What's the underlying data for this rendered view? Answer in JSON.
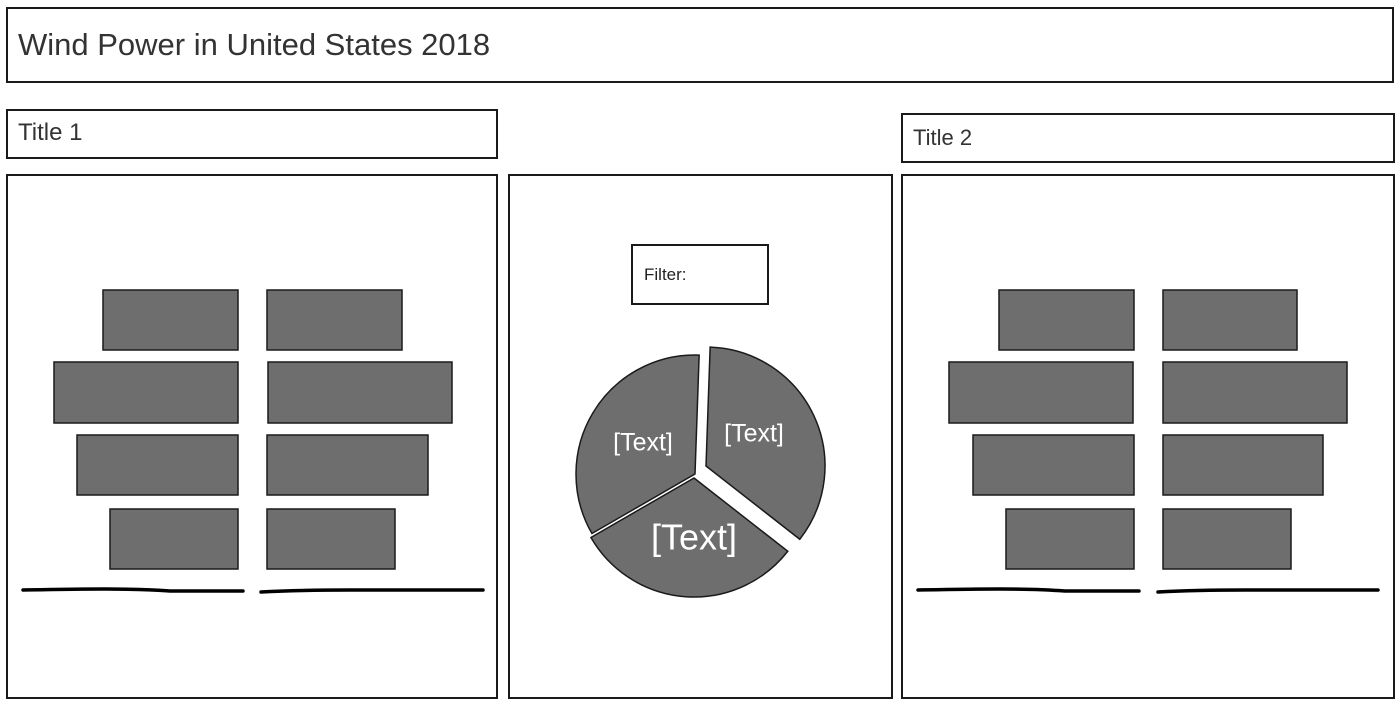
{
  "header": {
    "title": "Wind Power in United States 2018"
  },
  "left_panel": {
    "title": "Title 1"
  },
  "right_panel": {
    "title": "Title 2"
  },
  "center_panel": {
    "filter_label": "Filter:",
    "pie_labels": [
      "[Text]",
      "[Text]",
      "[Text]"
    ]
  },
  "colors": {
    "block_fill": "#6e6e6e",
    "border": "#1a1a1a",
    "pie_text": "#ffffff"
  },
  "chart_data": {
    "type": "pie",
    "labels": [
      "[Text]",
      "[Text]",
      "[Text]"
    ]
  }
}
